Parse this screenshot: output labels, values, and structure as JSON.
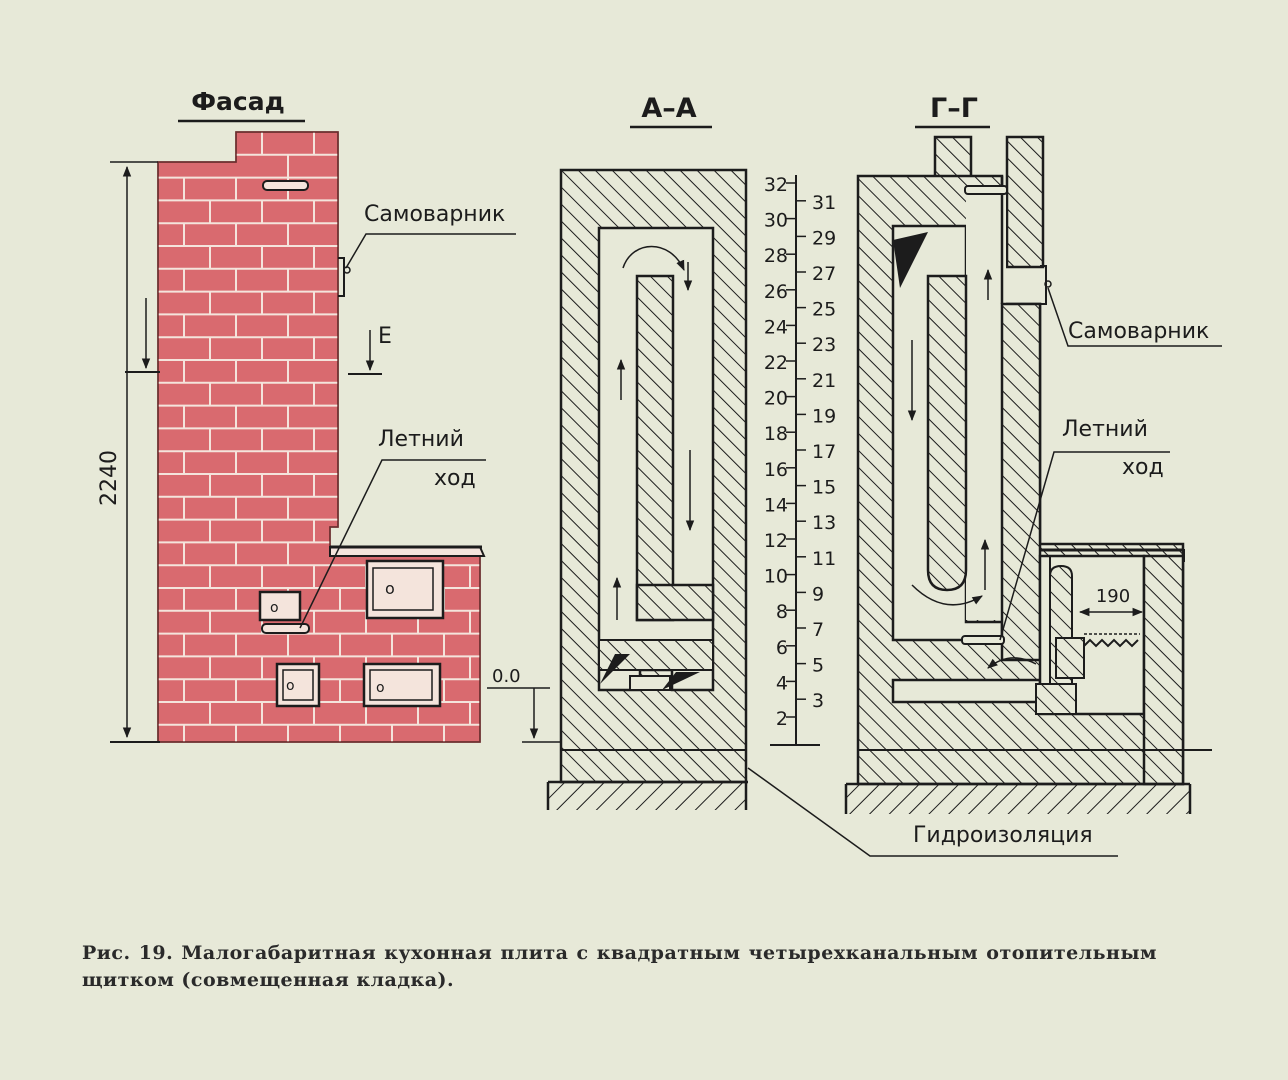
{
  "views": {
    "facade_title": "Фасад",
    "section_aa_title": "А–А",
    "section_gg_title": "Г–Г"
  },
  "labels": {
    "samovarnik": "Самоварник",
    "letniy": "Летний",
    "khod": "ход",
    "section_mark": "Е",
    "zero_level": "0.0",
    "overall_height": "2240",
    "waterproofing": "Гидроизоляция",
    "dimension_190": "190"
  },
  "row_scale": {
    "left_numbers": [
      "32",
      "30",
      "28",
      "26",
      "24",
      "22",
      "20",
      "18",
      "16",
      "14",
      "12",
      "10",
      "8",
      "6",
      "4",
      "2"
    ],
    "right_numbers": [
      "31",
      "29",
      "27",
      "25",
      "23",
      "21",
      "19",
      "17",
      "15",
      "13",
      "11",
      "9",
      "7",
      "5",
      "3"
    ]
  },
  "colors": {
    "brick_fill": "#d96a6f",
    "mortar": "#f4e4dc",
    "ink": "#1c1c1c",
    "background": "#e7e9d8"
  },
  "caption": "Рис. 19. Малогабаритная кухонная плита с квадратным четырехканальным отопительным щитком (совмещенная кладка)."
}
